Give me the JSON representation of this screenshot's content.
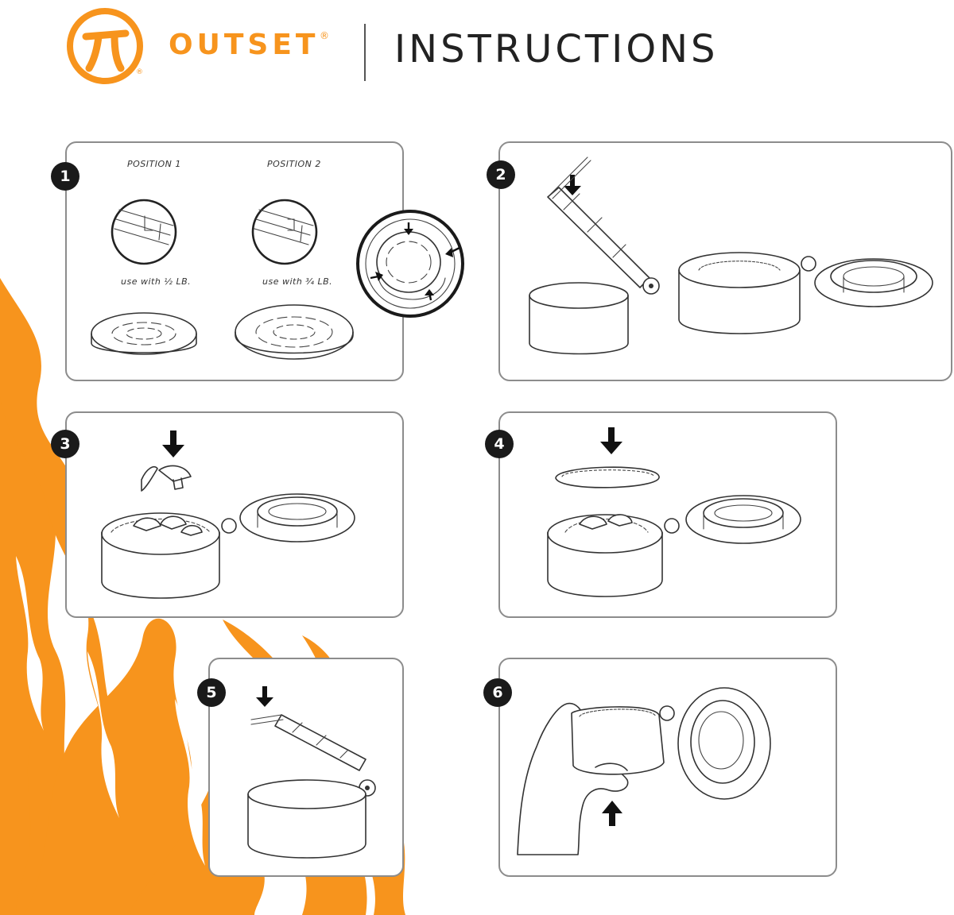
{
  "header": {
    "brand": "OUTSET",
    "brand_mark": "®",
    "title": "INSTRUCTIONS"
  },
  "steps": [
    {
      "number": "1",
      "labels": {
        "position_1": "POSITION 1",
        "position_2": "POSITION 2",
        "use_half": "use with ½ LB.",
        "use_three_quarter": "use with ¾ LB."
      }
    },
    {
      "number": "2"
    },
    {
      "number": "3"
    },
    {
      "number": "4"
    },
    {
      "number": "5"
    },
    {
      "number": "6"
    }
  ],
  "colors": {
    "accent": "#F7941D",
    "ink": "#222222",
    "panel_border": "#8C8C8C"
  },
  "icons": {
    "logo": "outset-pi-logo-icon",
    "arrow_down": "arrow-down-icon",
    "arrow_up": "arrow-up-icon"
  }
}
